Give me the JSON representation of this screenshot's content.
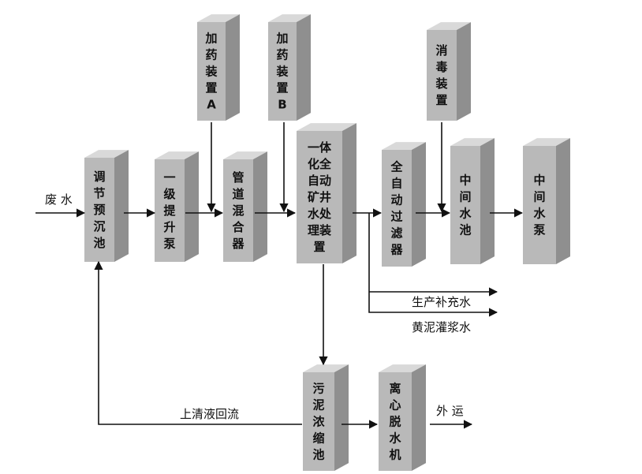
{
  "colors": {
    "front": "#b9b9b9",
    "top": "#d9d9d9",
    "side": "#8f8f8f",
    "line": "#111111",
    "text": "#111111"
  },
  "boxes": {
    "dosing_a": {
      "lines": [
        "加",
        "药",
        "装",
        "置",
        "A"
      ]
    },
    "dosing_b": {
      "lines": [
        "加",
        "药",
        "装",
        "置",
        "B"
      ]
    },
    "disinfect": {
      "lines": [
        "消",
        "毒",
        "装",
        "置"
      ]
    },
    "regulating_tank": {
      "lines": [
        "调",
        "节",
        "预",
        "沉",
        "池"
      ]
    },
    "lift_pump": {
      "lines": [
        "一",
        "级",
        "提",
        "升",
        "泵"
      ]
    },
    "pipe_mixer": {
      "lines": [
        "管",
        "道",
        "混",
        "合",
        "器"
      ]
    },
    "integrated_unit": {
      "lines": [
        "一体",
        "化全",
        "自动",
        "矿井",
        "水处",
        "理装",
        "置"
      ]
    },
    "auto_filter": {
      "lines": [
        "全",
        "自",
        "动",
        "过",
        "滤",
        "器"
      ]
    },
    "intermediate_tank": {
      "lines": [
        "中",
        "间",
        "水",
        "池"
      ]
    },
    "intermediate_pump": {
      "lines": [
        "中",
        "间",
        "水",
        "泵"
      ]
    },
    "sludge_thickener": {
      "lines": [
        "污",
        "泥",
        "浓",
        "缩",
        "池"
      ]
    },
    "centrifuge": {
      "lines": [
        "离",
        "心",
        "脱",
        "水",
        "机"
      ]
    }
  },
  "labels": {
    "wastewater": "废  水",
    "production_water": "生产补充水",
    "grouting_water": "黄泥灌浆水",
    "supernatant_return": "上清液回流",
    "export": "外  运"
  }
}
